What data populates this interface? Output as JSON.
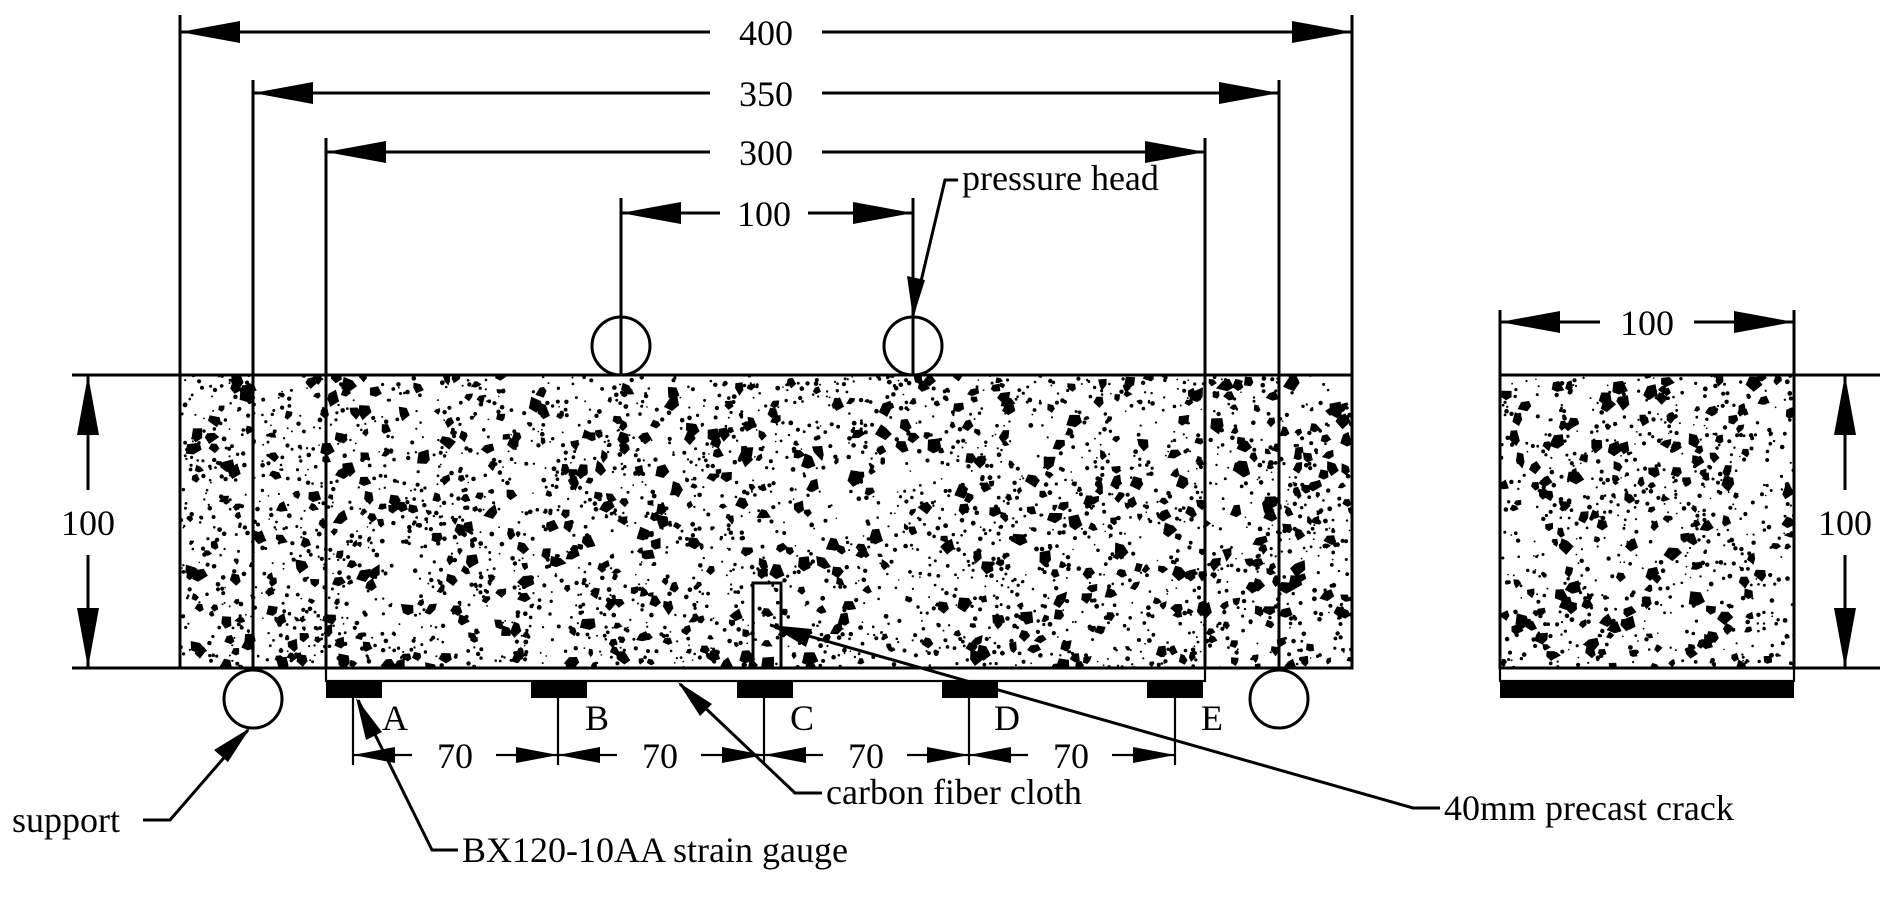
{
  "dimensions": {
    "overall_length": "400",
    "support_span": "350",
    "cloth_length": "300",
    "load_span": "100",
    "beam_height": "100",
    "section_width": "100",
    "section_height": "100",
    "gauge_spacing": [
      "70",
      "70",
      "70",
      "70"
    ]
  },
  "gauges": [
    "A",
    "B",
    "C",
    "D",
    "E"
  ],
  "labels": {
    "pressure_head": "pressure head",
    "support": "support",
    "strain_gauge": "BX120-10AA strain gauge",
    "carbon_fiber": "carbon fiber cloth",
    "precast_crack": "40mm precast crack"
  }
}
